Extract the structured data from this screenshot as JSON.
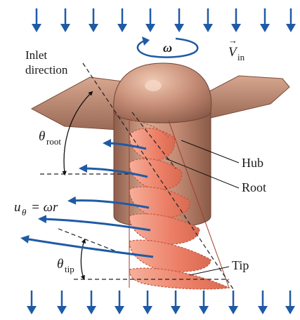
{
  "labels": {
    "omega": "ω",
    "v_in": "V",
    "v_in_sub": "in",
    "v_in_arrow": "→",
    "inlet_line1": "Inlet",
    "inlet_line2": "direction",
    "theta_root": "θ",
    "theta_root_sub": "root",
    "theta_tip": "θ",
    "theta_tip_sub": "tip",
    "u_theta": "u",
    "u_theta_sub": "θ",
    "u_theta_rhs": "= ωr",
    "hub": "Hub",
    "root": "Root",
    "tip": "Tip"
  },
  "colors": {
    "flow_arrow": "#1f5aa6",
    "hub_body": "#c8917a",
    "hub_shadow": "#9a6653",
    "blade": "#ef8a72",
    "blade_edge": "#c95a45",
    "dashed_line": "#222222"
  }
}
